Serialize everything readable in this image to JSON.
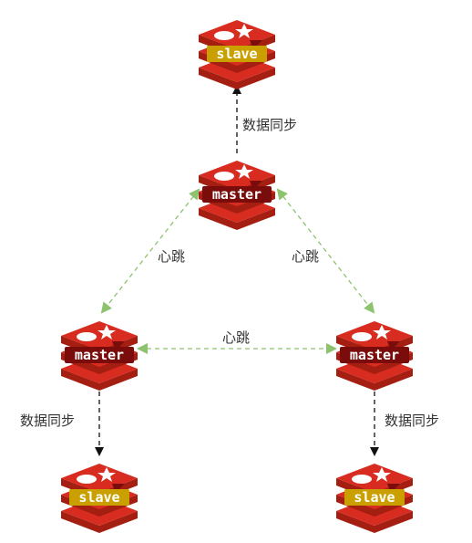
{
  "colors": {
    "redis_red": "#d82c20",
    "redis_dark": "#a41e11",
    "master_badge": "#7a0c0c",
    "slave_badge": "#c9a000",
    "heartbeat_line": "#8dc26f",
    "sync_line": "#111111"
  },
  "icon": "redis-logo-icon",
  "nodes": {
    "slave_top": {
      "role": "slave"
    },
    "master_top": {
      "role": "master"
    },
    "master_left": {
      "role": "master"
    },
    "master_right": {
      "role": "master"
    },
    "slave_left": {
      "role": "slave"
    },
    "slave_right": {
      "role": "slave"
    }
  },
  "edges": {
    "sync_top": {
      "label": "数据同步",
      "kind": "data-sync"
    },
    "heartbeat_top_left": {
      "label": "心跳",
      "kind": "heartbeat"
    },
    "heartbeat_top_right": {
      "label": "心跳",
      "kind": "heartbeat"
    },
    "heartbeat_bottom": {
      "label": "心跳",
      "kind": "heartbeat"
    },
    "sync_left": {
      "label": "数据同步",
      "kind": "data-sync"
    },
    "sync_right": {
      "label": "数据同步",
      "kind": "data-sync"
    }
  }
}
